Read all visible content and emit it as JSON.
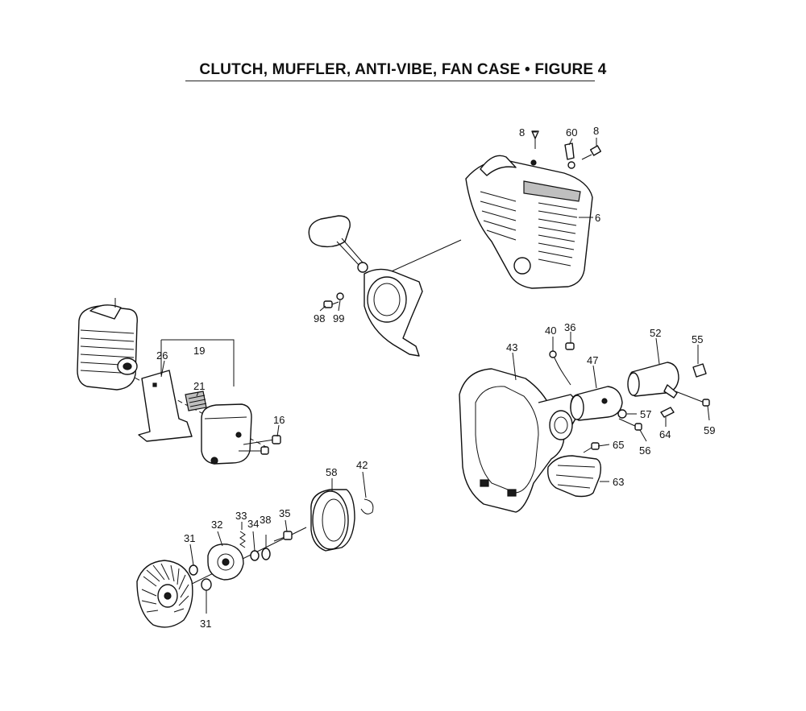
{
  "title": "CLUTCH, MUFFLER, ANTI-VIBE, FAN CASE  •  FIGURE 4",
  "labels": {
    "p6": "6",
    "p8a": "8",
    "p8b": "8",
    "p60": "60",
    "p98": "98",
    "p99": "99",
    "p19": "19",
    "p26": "26",
    "p21": "21",
    "p16": "16",
    "p40": "40",
    "p36": "36",
    "p43": "43",
    "p47": "47",
    "p52": "52",
    "p55": "55",
    "p57": "57",
    "p56": "56",
    "p64": "64",
    "p59": "59",
    "p65": "65",
    "p63": "63",
    "p58": "58",
    "p42": "42",
    "p35": "35",
    "p38": "38",
    "p34": "34",
    "p33": "33",
    "p32": "32",
    "p31a": "31",
    "p31b": "31"
  }
}
